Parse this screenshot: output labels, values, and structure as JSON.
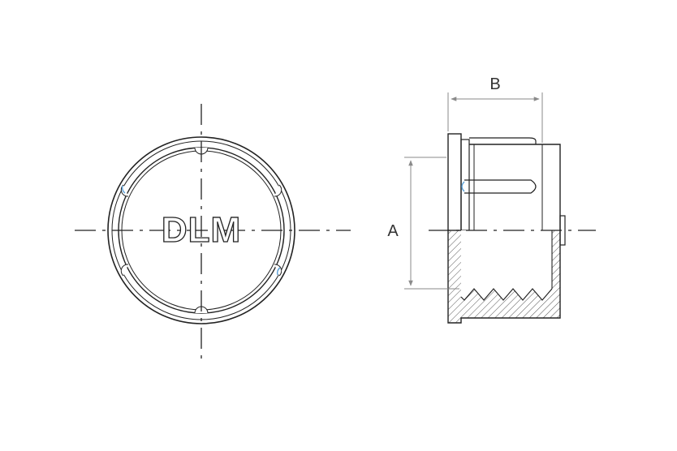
{
  "front_view": {
    "logo_text": "DLM"
  },
  "side_view": {
    "dimension_a_label": "A",
    "dimension_b_label": "B"
  },
  "colors": {
    "line": "#222222",
    "dimension_line": "#8a8a8a",
    "hatch": "#555555",
    "highlight": "#5aa0d8"
  }
}
